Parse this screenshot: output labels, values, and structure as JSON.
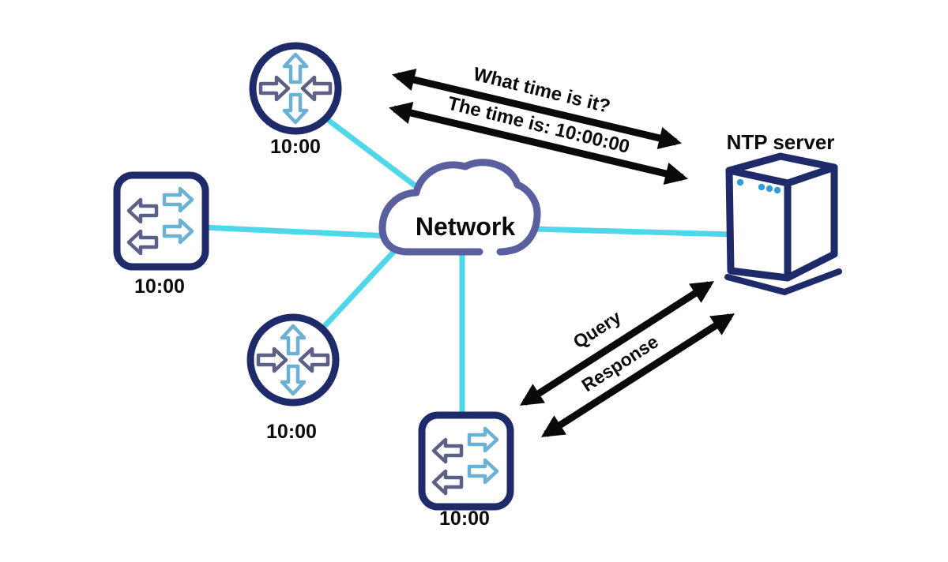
{
  "cloud": {
    "label": "Network"
  },
  "server": {
    "label": "NTP server"
  },
  "devices": [
    {
      "name": "router-top",
      "type": "router",
      "clock": "10:00"
    },
    {
      "name": "switch-left",
      "type": "switch",
      "clock": "10:00"
    },
    {
      "name": "router-middle",
      "type": "router",
      "clock": "10:00"
    },
    {
      "name": "switch-bottom",
      "type": "switch",
      "clock": "10:00"
    }
  ],
  "messages": {
    "ntp_question": "What time is it?",
    "ntp_answer": "The time is: 10:00:00",
    "query": "Query",
    "response": "Response"
  },
  "colors": {
    "link_cyan": "#4ED7E8",
    "device_navy": "#1F2A6B",
    "cloud_slate": "#5A5FA0",
    "icon_arrow_blue": "#6BB1D4",
    "icon_arrow_gray": "#5B6084",
    "led_blue": "#2E9DD8",
    "arrow_black": "#0A0A0A"
  }
}
